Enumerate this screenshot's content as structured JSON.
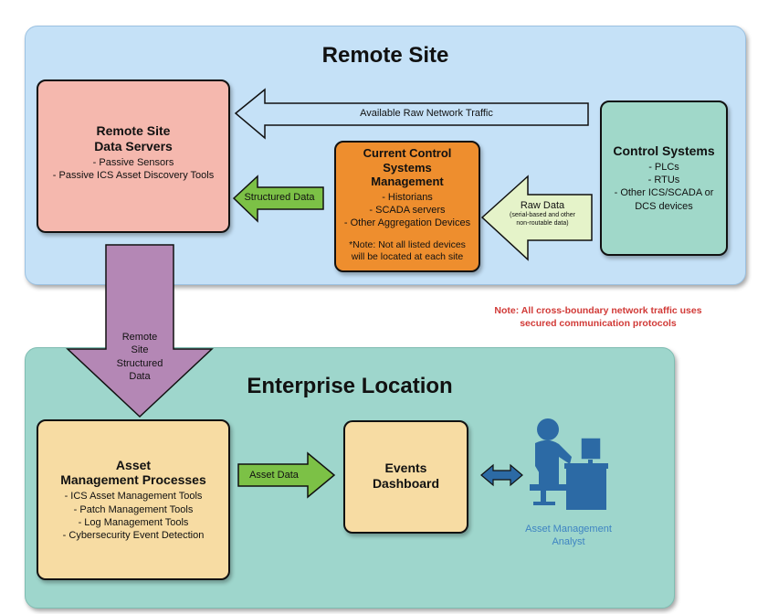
{
  "remote_site": {
    "title": "Remote Site",
    "data_servers": {
      "title_line1": "Remote Site",
      "title_line2": "Data Servers",
      "items": [
        "- Passive Sensors",
        "- Passive ICS Asset Discovery Tools"
      ]
    },
    "control_systems": {
      "title": "Control Systems",
      "items": [
        "- PLCs",
        "- RTUs",
        "- Other ICS/SCADA or",
        "DCS devices"
      ]
    },
    "current_control": {
      "title_line1": "Current Control",
      "title_line2": "Systems",
      "title_line3": "Management",
      "items": [
        "- Historians",
        "- SCADA servers",
        "- Other Aggregation Devices"
      ],
      "note_line1": "*Note: Not all listed devices",
      "note_line2": "will be located at each site"
    },
    "arrows": {
      "raw_traffic": "Available Raw Network Traffic",
      "structured_data": "Structured Data",
      "raw_data": "Raw Data",
      "raw_data_sub1": "(serial-based and other",
      "raw_data_sub2": "non-routable data)"
    }
  },
  "transfer": {
    "label_line1": "Remote",
    "label_line2": "Site",
    "label_line3": "Structured",
    "label_line4": "Data"
  },
  "note": {
    "line1": "Note: All cross-boundary network traffic uses",
    "line2": "secured communication protocols"
  },
  "enterprise": {
    "title": "Enterprise Location",
    "asset_mgmt": {
      "title_line1": "Asset",
      "title_line2": "Management Processes",
      "items": [
        "- ICS Asset Management Tools",
        "- Patch Management Tools",
        "- Log Management Tools",
        "- Cybersecurity Event Detection"
      ]
    },
    "asset_data_label": "Asset Data",
    "events_dashboard": {
      "title_line1": "Events",
      "title_line2": "Dashboard"
    },
    "analyst": {
      "label_line1": "Asset Management",
      "label_line2": "Analyst",
      "icon": "analyst-at-computer-icon"
    }
  },
  "colors": {
    "remote_bg": "#c5e1f7",
    "enterprise_bg": "#9ed6cc",
    "servers_box": "#f5b8ae",
    "control_systems_box": "#a0d8c9",
    "current_control_box": "#ee8e2e",
    "asset_box": "#f7dca3",
    "green_arrow": "#7cc146",
    "purple_arrow": "#b487b5",
    "note_red": "#d13a37",
    "analyst_blue": "#2c6aa5"
  }
}
